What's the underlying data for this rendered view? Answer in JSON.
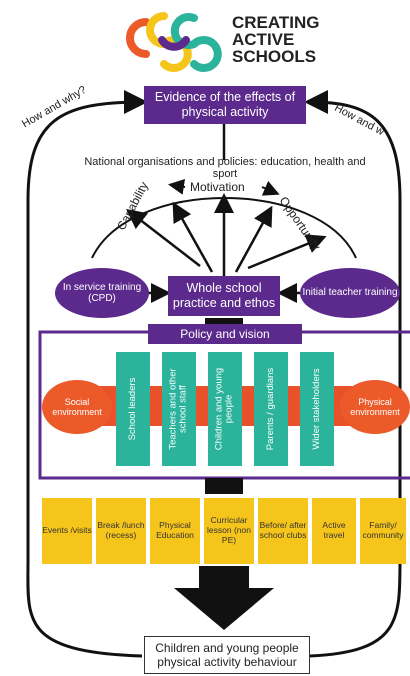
{
  "logo": {
    "line1": "CREATING",
    "line2": "ACTIVE",
    "line3": "SCHOOLS"
  },
  "top_box": "Evidence of the effects of physical activity",
  "how_why_left": "How and why?",
  "how_why_right": "How and w",
  "arc_text": "National organisations and policies: education, health and sport",
  "capability": "Capability",
  "motivation": "Motivation",
  "opportunity": "Opportunity",
  "cpd": "In service training (CPD)",
  "whole_school": "Whole school practice and ethos",
  "initial_teacher": "Initial teacher training",
  "policy_vision": "Policy and vision",
  "social_env": "Social environment",
  "physical_env": "Physical environment",
  "stakeholders": [
    "School leaders",
    "Teachers and other school staff",
    "Children and young people",
    "Parents / guardians",
    "Wider stakeholders"
  ],
  "activities": [
    "Events /visits",
    "Break /lunch (recess)",
    "Physical Education",
    "Curricular lesson (non PE)",
    "Before/ after school clubs",
    "Active travel",
    "Family/ community"
  ],
  "bottom_box": "Children and young people physical activity behaviour",
  "colors": {
    "purple": "#5b2a8c",
    "teal": "#2bb39b",
    "orange": "#ec5a2a",
    "yellow": "#f6c51c",
    "red_bar": "#e8512a"
  }
}
